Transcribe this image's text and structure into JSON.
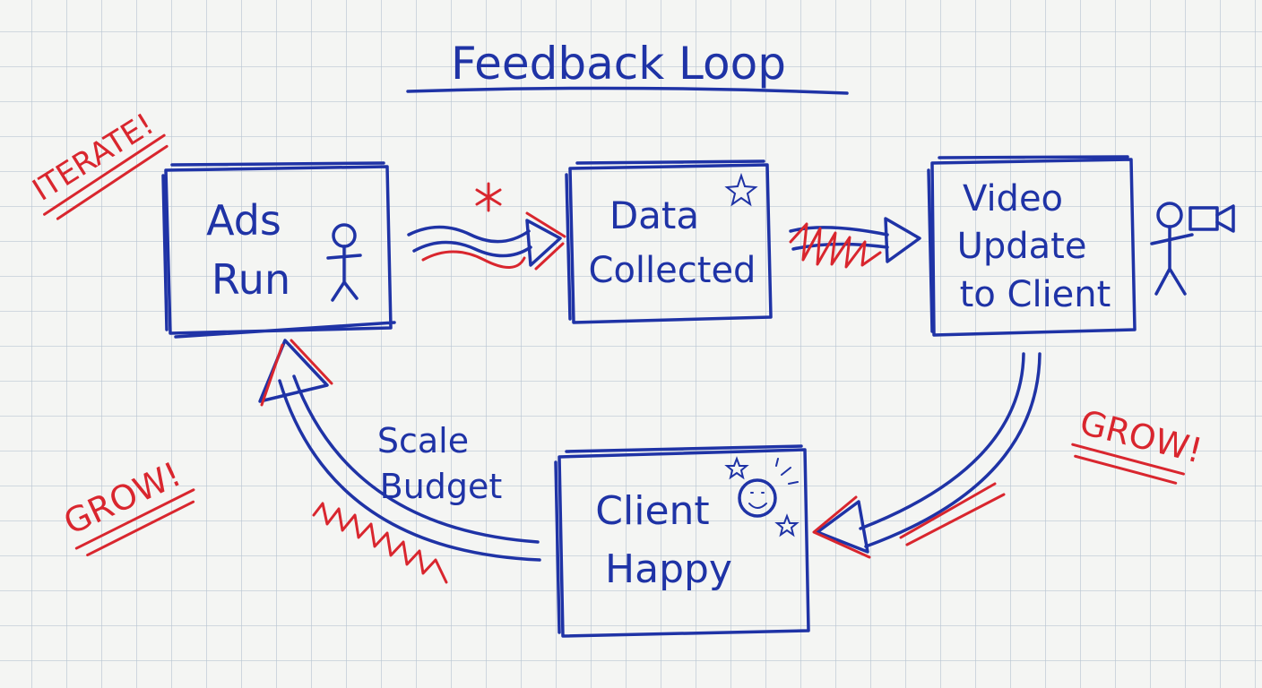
{
  "title": "Feedback Loop",
  "nodes": {
    "ads_run": [
      "Ads",
      "Run"
    ],
    "data_collected": [
      "Data",
      "Collected"
    ],
    "video_update": [
      "Video",
      "Update",
      "to Client"
    ],
    "client_happy": [
      "Client",
      "Happy"
    ]
  },
  "edge_labels": {
    "scale_budget": [
      "Scale",
      "Budget"
    ]
  },
  "annotations": {
    "iterate": "ITERATE!",
    "grow_left": "GROW!",
    "grow_right": "GROW!"
  },
  "colors": {
    "ink": "#1f33a6",
    "accent": "#d9262e",
    "grid": "#b9c6d3",
    "paper": "#f4f5f3"
  }
}
